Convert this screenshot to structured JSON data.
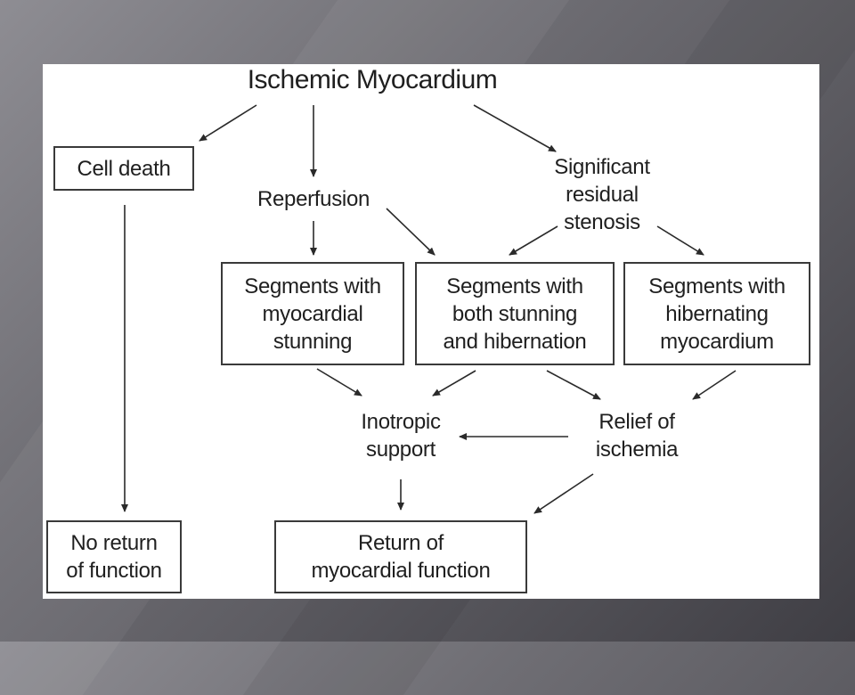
{
  "diagram": {
    "title": "Ischemic Myocardium",
    "nodes": {
      "cell_death": "Cell death",
      "reperfusion": "Reperfusion",
      "residual_stenosis": "Significant\nresidual\nstenosis",
      "segments_stunning": "Segments with\nmyocardial\nstunning",
      "segments_both": "Segments with\nboth stunning\nand hibernation",
      "segments_hibernating": "Segments with\nhibernating\nmyocardium",
      "inotropic_support": "Inotropic\nsupport",
      "relief_of_ischemia": "Relief of\nischemia",
      "no_return": "No return\nof function",
      "return_of_function": "Return of\nmyocardial function"
    }
  }
}
